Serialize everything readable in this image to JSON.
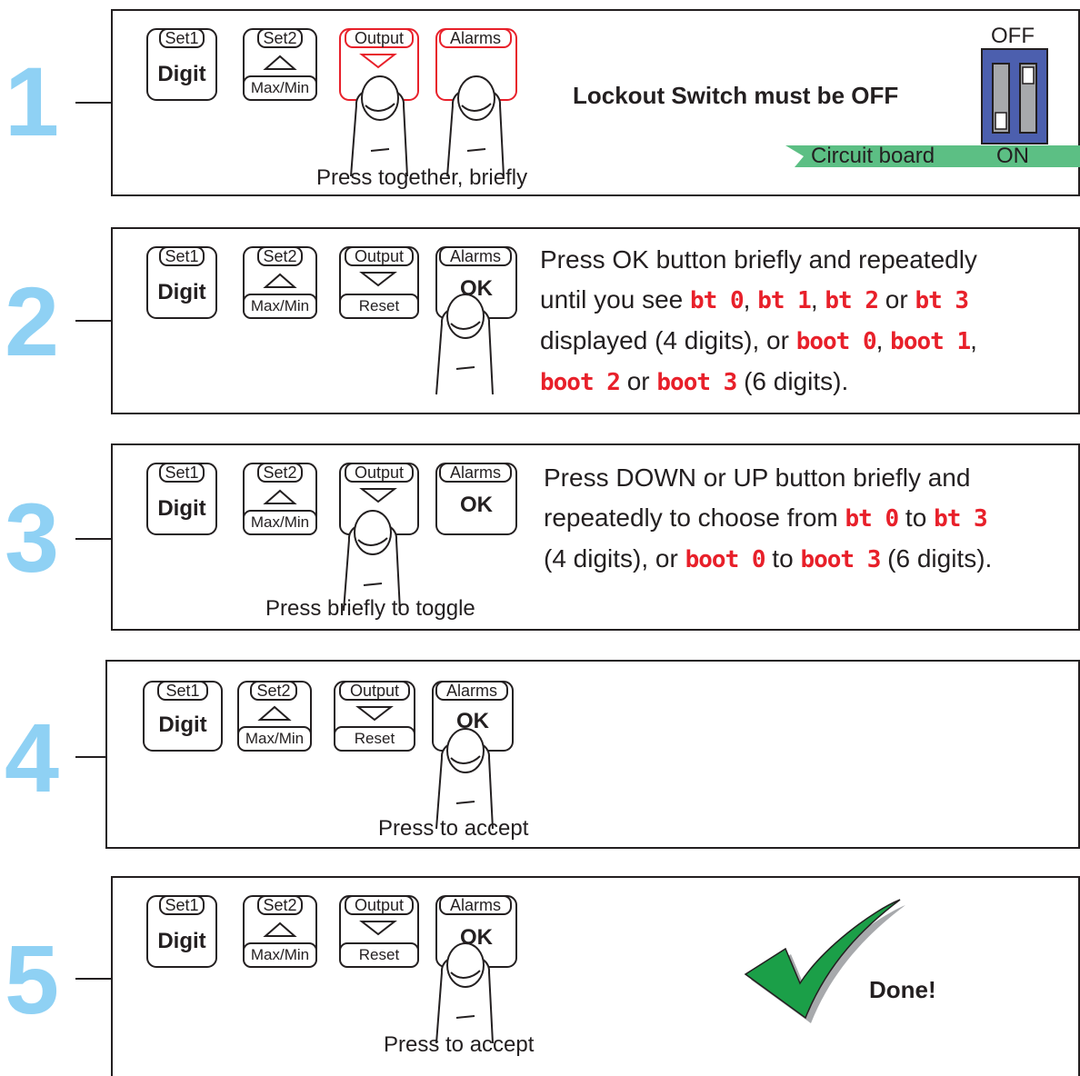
{
  "colors": {
    "step_number": "#8fd1f4",
    "highlight": "#e8202a",
    "switch_blue": "#4c5fae",
    "board_green": "#5cbf84",
    "check_green": "#1b9f48"
  },
  "buttons": {
    "set1": {
      "top": "Set1",
      "main": "Digit"
    },
    "set2": {
      "top": "Set2",
      "bottom": "Max/Min"
    },
    "output": {
      "top": "Output",
      "bottom": "Reset"
    },
    "alarms": {
      "top": "Alarms",
      "main": "OK"
    }
  },
  "steps": [
    {
      "number": "1",
      "caption": "Press together, briefly",
      "lockout": "Lockout Switch must be OFF",
      "switch": {
        "off_label": "OFF",
        "on_label": "ON",
        "board_label": "Circuit board"
      }
    },
    {
      "number": "2",
      "line1": "Press OK button briefly and repeatedly",
      "line2_pre": "until you see ",
      "c_bt0": "bt 0",
      "sep": ", ",
      "c_bt1": "bt 1",
      "c_bt2": "bt 2",
      "or": " or ",
      "c_bt3": "bt 3",
      "line3_pre": "displayed (4 digits), or ",
      "c_boot0": "boot 0",
      "c_boot1": "boot 1",
      "c_boot2": "boot 2",
      "c_boot3": "boot 3",
      "line4_post": " (6 digits)."
    },
    {
      "number": "3",
      "caption": "Press briefly to toggle",
      "line1": "Press DOWN or UP  button briefly and",
      "line2_pre": "repeatedly to choose from ",
      "c_bt0": "bt 0",
      "to": " to ",
      "c_bt3": "bt 3",
      "line3_pre": "(4 digits), or ",
      "c_boot0": "boot 0",
      "c_boot3": "boot 3",
      "line3_post": " (6 digits)."
    },
    {
      "number": "4",
      "caption": "Press to accept"
    },
    {
      "number": "5",
      "caption": "Press to accept",
      "done": "Done!"
    }
  ]
}
